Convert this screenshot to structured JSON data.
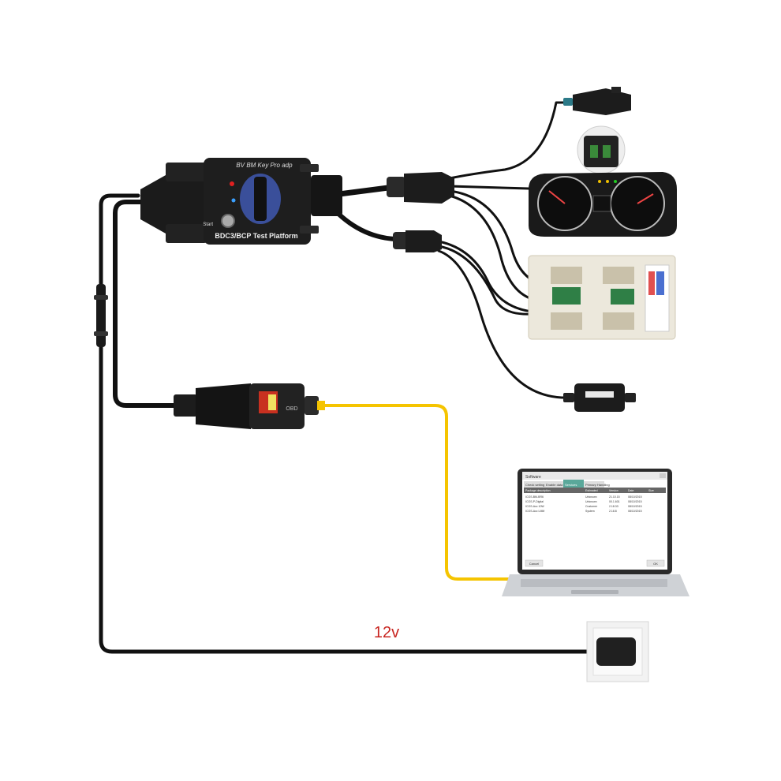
{
  "adapter": {
    "brand_text": "BV BM Key Pro adp",
    "platform_text": "BDC3/BCP Test Platform",
    "start_label": "Start"
  },
  "obd_box": {
    "label": "OBD"
  },
  "laptop": {
    "window_title": "Software",
    "tabs": [
      "Check settings",
      "Enable data",
      "Services",
      "Primary Handling"
    ],
    "table_headers": [
      "Package description",
      "Estimated",
      "Version",
      "Date",
      "Size"
    ],
    "table_rows": [
      [
        "ICOS-BM-BR6",
        "Unknown",
        "21.10.15",
        "08/10/2015",
        ""
      ],
      [
        "ICOS-P-Digital",
        "Unknown",
        "00.1.601",
        "08/10/2015",
        ""
      ],
      [
        "ICOS-Acc 10W",
        "Customer",
        "2.18.33",
        "08/10/2015",
        ""
      ],
      [
        "ICOS-Acc LMM",
        "System",
        "2.18.8",
        "08/10/2015",
        ""
      ]
    ],
    "btn_cancel": "Cancel",
    "btn_ok": "OK"
  },
  "power": {
    "voltage_label": "12v"
  },
  "colors": {
    "cable_black": "#111111",
    "cable_yellow": "#f5c400",
    "voltage_red": "#c8241f",
    "module_beige": "#ece8dc"
  }
}
